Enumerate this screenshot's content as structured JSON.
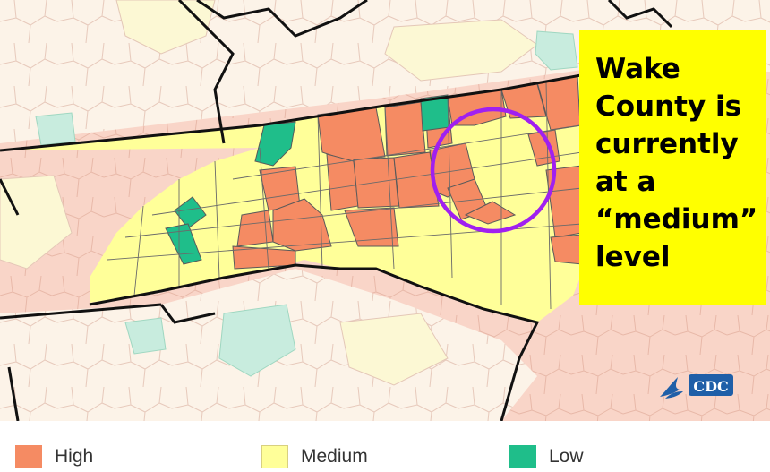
{
  "callout": {
    "lines": [
      "Wake",
      "County is",
      "currently",
      "at a",
      "“medium”",
      "level"
    ],
    "background": "#ffff00"
  },
  "highlight": {
    "ring_color": "#a020f0"
  },
  "logo": {
    "text": "CDC",
    "icon": "cdc-eagle-icon"
  },
  "legend": [
    {
      "label": "High",
      "color": "#f58b63"
    },
    {
      "label": "Medium",
      "color": "#ffff99"
    },
    {
      "label": "Low",
      "color": "#1fbe8a"
    }
  ],
  "colors": {
    "high": "#f58b63",
    "medium": "#ffff99",
    "low": "#1fbe8a",
    "high_faded": "#f9d5c8",
    "medium_faded": "#fcf8d4",
    "low_faded": "#c8ecde",
    "county_line": "#555555",
    "state_line": "#111111"
  }
}
